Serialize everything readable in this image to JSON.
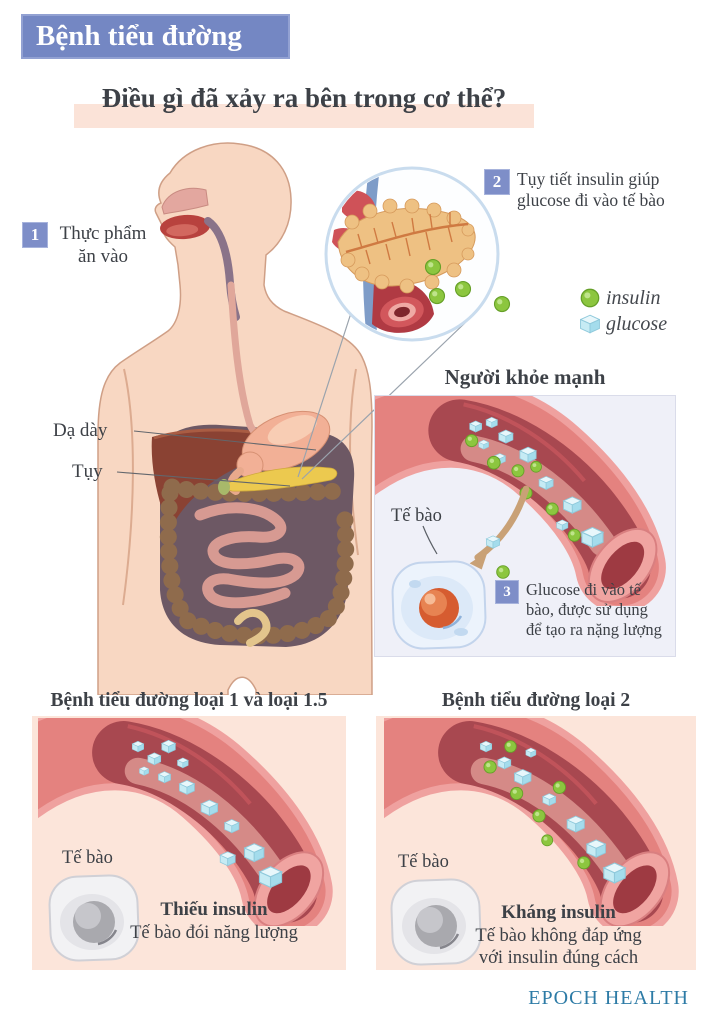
{
  "page": {
    "title": "Bệnh tiểu đường",
    "subtitle": "Điều gì đã xảy ra bên trong cơ thể?",
    "brand": "EPOCH HEALTH"
  },
  "steps": {
    "s1": {
      "num": "1",
      "line1": "Thực phẩm",
      "line2": "ăn vào"
    },
    "s2": {
      "num": "2",
      "line1": "Tụy tiết insulin giúp",
      "line2": "glucose đi vào tế bào"
    },
    "s3": {
      "num": "3",
      "line1": "Glucose đi vào tế",
      "line2": "bào, được sử dụng",
      "line3": "để tạo ra nặng lượng"
    }
  },
  "legend": {
    "insulin_label": "insulin",
    "glucose_label": "glucose"
  },
  "body_labels": {
    "stomach": "Dạ dày",
    "pancreas": "Tụy"
  },
  "healthy": {
    "heading": "Người khỏe mạnh",
    "cell_label": "Tế bào"
  },
  "type1": {
    "heading": "Bệnh tiểu đường loại 1 và loại 1.5",
    "cell_label": "Tế bào",
    "result_title": "Thiếu insulin",
    "result_line1": "Tế bào đói năng lượng"
  },
  "type2": {
    "heading": "Bệnh tiểu đường loại 2",
    "cell_label": "Tế bào",
    "result_title": "Kháng insulin",
    "result_line1": "Tế bào không đáp ứng",
    "result_line2": "với insulin đúng cách"
  },
  "colors": {
    "banner": "#7487c3",
    "step_box": "#7e8ec8",
    "subtitle_highlight": "#fbe3d8",
    "healthy_panel_bg": "#eff0f8",
    "diabetes_panel_bg": "#fce5da",
    "insulin_green": "#8cc63f",
    "glucose_blue": "#bfe8f2",
    "text_dark": "#3d4147",
    "brand_teal": "#2d7ba6"
  }
}
